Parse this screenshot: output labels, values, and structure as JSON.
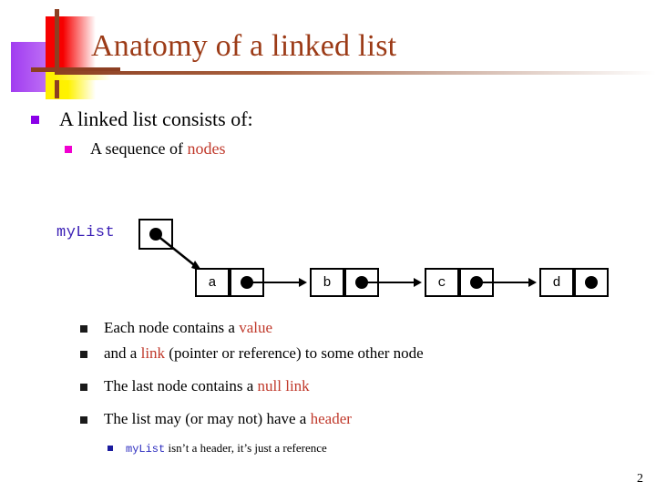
{
  "slide": {
    "title": "Anatomy of a linked list",
    "page_number": "2",
    "accent_color": "#9c3b17",
    "highlight_color": "#c0392b",
    "code_color": "#2b2bbf"
  },
  "bullets": {
    "level1": "A linked list consists of:",
    "level2_prefix": "A sequence of ",
    "level2_highlight": "nodes"
  },
  "facts": [
    {
      "pre": "Each node contains a ",
      "highlight": "value",
      "post": ""
    },
    {
      "pre": "and a ",
      "highlight": "link",
      "post": " (pointer or reference) to some other node"
    },
    {
      "pre": "The last node contains a ",
      "highlight": "null link",
      "post": ""
    },
    {
      "pre": "The list may (or may not) have a ",
      "highlight": "header",
      "post": ""
    }
  ],
  "subnote": {
    "code": "myList",
    "text": " isn’t a header, it’s just a reference"
  },
  "diagram": {
    "reference_label": "myList",
    "nodes": [
      {
        "value": "a",
        "has_link": true
      },
      {
        "value": "b",
        "has_link": true
      },
      {
        "value": "c",
        "has_link": true
      },
      {
        "value": "d",
        "has_link": false
      }
    ]
  }
}
